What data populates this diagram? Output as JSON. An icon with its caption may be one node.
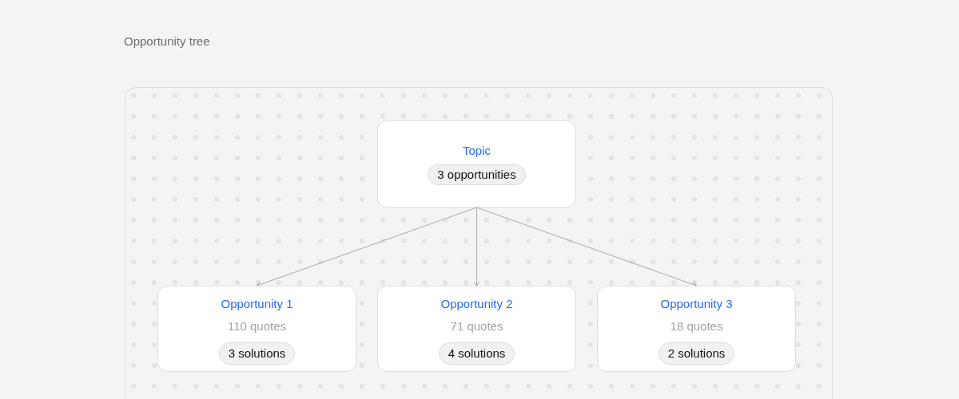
{
  "diagram": {
    "title": "Opportunity tree",
    "nodes": [
      {
        "text": [
          "Topic",
          "3 opportunities"
        ]
      },
      {
        "text": [
          "Opportunity 1",
          "110 quotes",
          "3 solutions"
        ]
      },
      {
        "text": [
          "Opportunity 2",
          "71 quotes",
          "4 solutions"
        ]
      },
      {
        "text": [
          "Opportunity 3",
          "18 quotes",
          "2 solutions"
        ]
      }
    ],
    "edges": [
      {
        "from": 0,
        "to": 1,
        "arrow": "to"
      },
      {
        "from": 0,
        "to": 2,
        "arrow": "to"
      },
      {
        "from": 0,
        "to": 3,
        "arrow": "to"
      }
    ]
  }
}
